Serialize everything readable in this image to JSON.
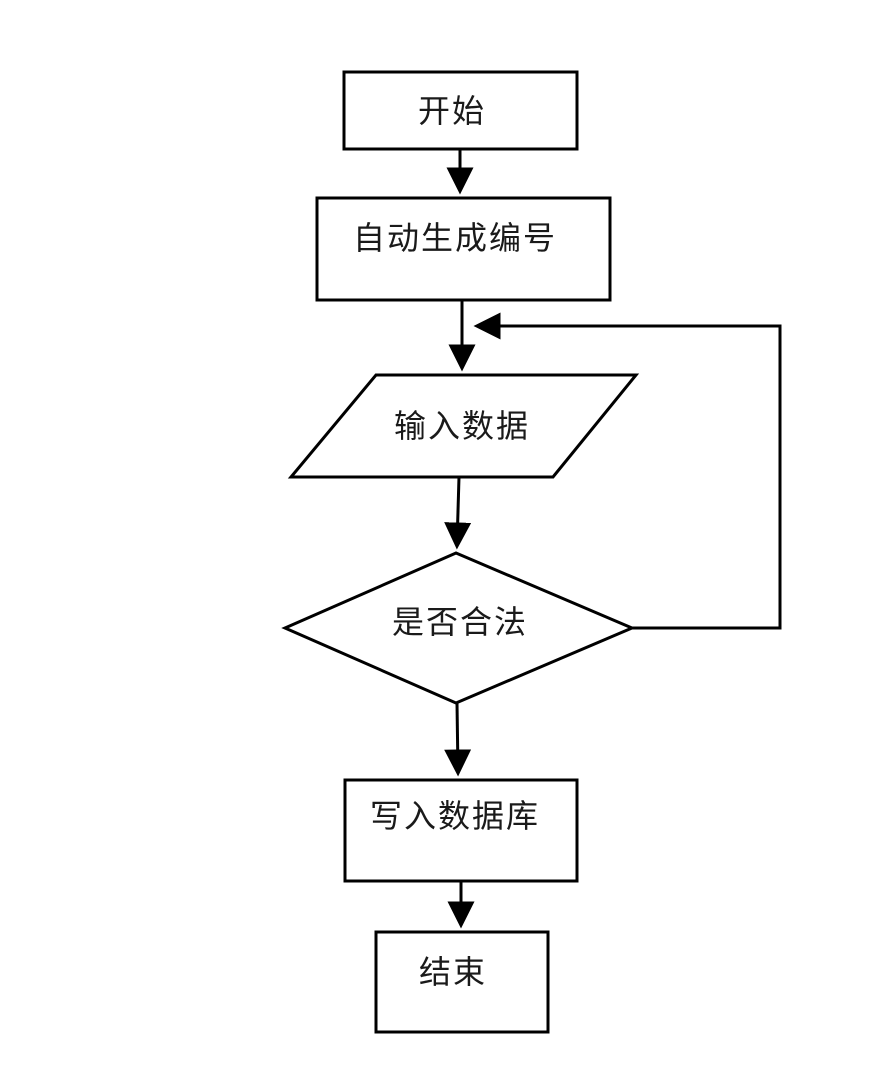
{
  "diagram": {
    "type": "flowchart",
    "background_color": "#ffffff",
    "line_color": "#000000",
    "text_color": "#1a1a1a",
    "nodes": [
      {
        "id": "start",
        "shape": "rectangle",
        "label": "开始"
      },
      {
        "id": "auto_number",
        "shape": "rectangle",
        "label": "自动生成编号"
      },
      {
        "id": "input_data",
        "shape": "parallelogram",
        "label": "输入数据"
      },
      {
        "id": "is_valid",
        "shape": "diamond",
        "label": "是否合法"
      },
      {
        "id": "write_db",
        "shape": "rectangle",
        "label": "写入数据库"
      },
      {
        "id": "end",
        "shape": "rectangle",
        "label": "结束"
      }
    ],
    "edges": [
      {
        "from": "start",
        "to": "input_data_junction",
        "style": "arrow-down"
      },
      {
        "from": "auto_number",
        "to": "input_data",
        "style": "arrow-down"
      },
      {
        "from": "input_data",
        "to": "is_valid",
        "style": "arrow-down"
      },
      {
        "from": "is_valid",
        "to": "write_db",
        "style": "arrow-down"
      },
      {
        "from": "write_db",
        "to": "end",
        "style": "arrow-down"
      },
      {
        "from": "is_valid",
        "to": "input_data",
        "style": "loop-back-right"
      }
    ]
  }
}
